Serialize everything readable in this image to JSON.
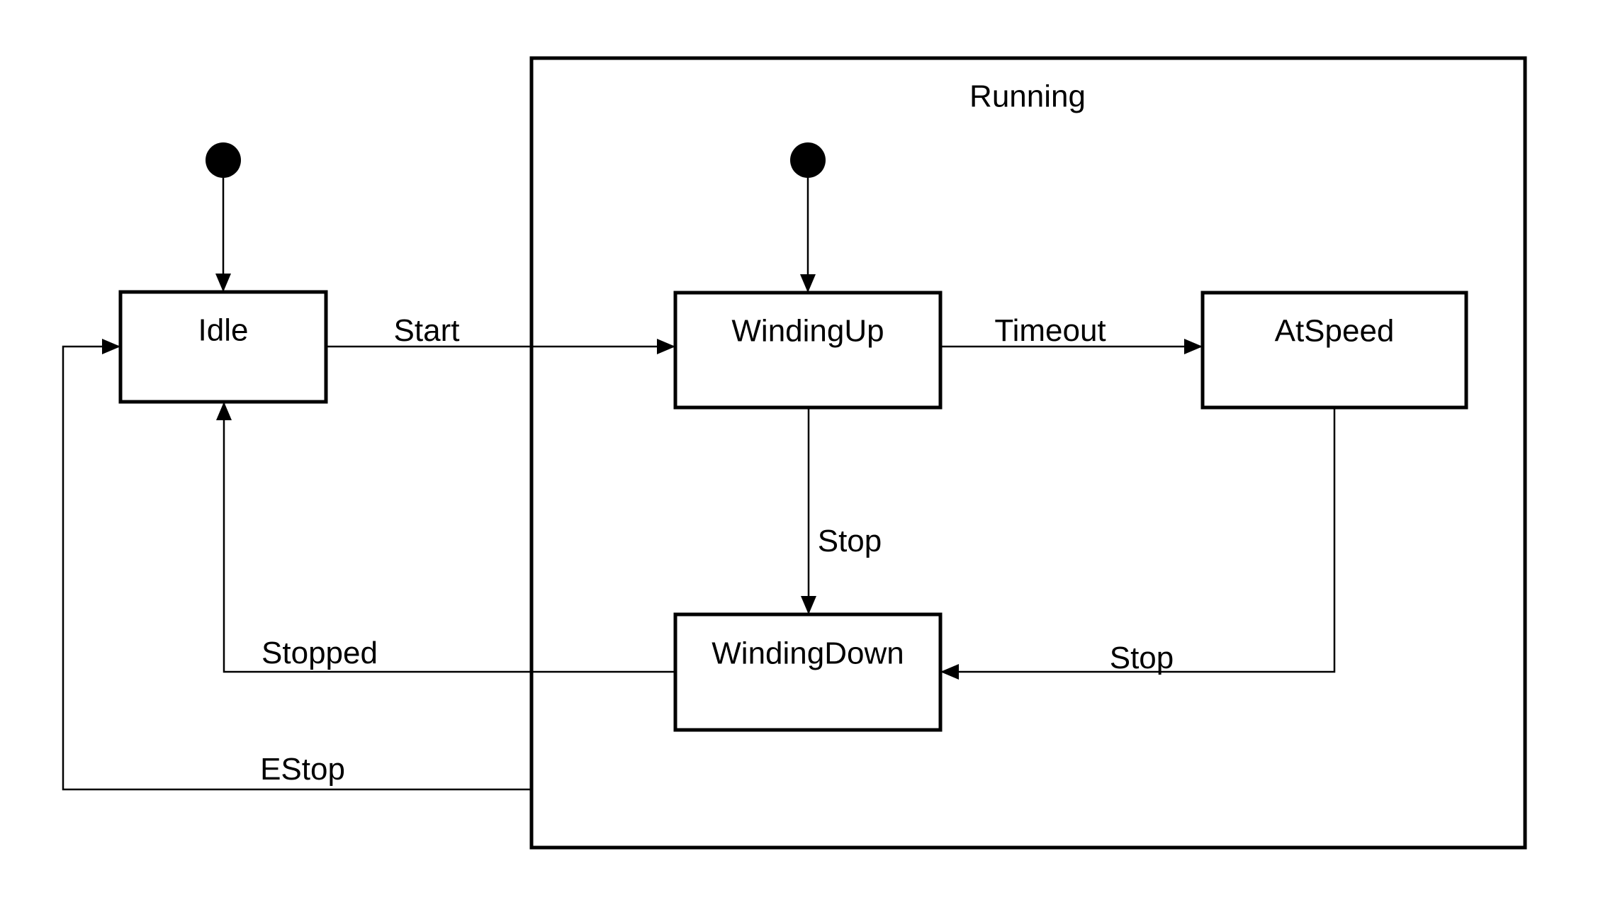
{
  "diagram": {
    "kind": "uml-state-machine",
    "background_color": "#ffffff",
    "stroke_color": "#000000",
    "state_fill_color": "#ffffff",
    "composite_state": {
      "label": "Running"
    },
    "states": [
      {
        "label": "Idle",
        "container": null
      },
      {
        "label": "WindingUp",
        "container": "Running"
      },
      {
        "label": "AtSpeed",
        "container": "Running"
      },
      {
        "label": "WindingDown",
        "container": "Running"
      }
    ],
    "initial_pseudostates": [
      {
        "target": "Idle",
        "container": null
      },
      {
        "target": "WindingUp",
        "container": "Running"
      }
    ],
    "transitions": [
      {
        "from": "initial",
        "to": "Idle",
        "label": ""
      },
      {
        "from": "Idle",
        "to": "WindingUp",
        "label": "Start"
      },
      {
        "from": "initial-in-running",
        "to": "WindingUp",
        "label": ""
      },
      {
        "from": "WindingUp",
        "to": "AtSpeed",
        "label": "Timeout"
      },
      {
        "from": "WindingUp",
        "to": "WindingDown",
        "label": "Stop"
      },
      {
        "from": "AtSpeed",
        "to": "WindingDown",
        "label": "Stop"
      },
      {
        "from": "WindingDown",
        "to": "Idle",
        "label": "Stopped"
      },
      {
        "from": "Running",
        "to": "Idle",
        "label": "EStop"
      }
    ]
  }
}
